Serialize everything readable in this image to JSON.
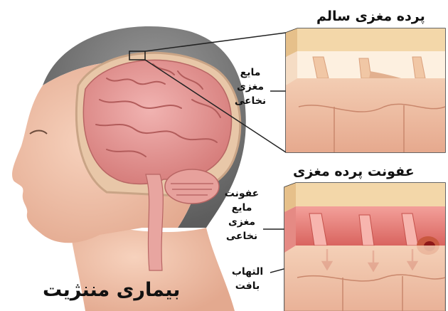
{
  "title": "بیماری مننژیت",
  "panels": {
    "healthy": {
      "title": "پرده مغزی سالم"
    },
    "infected": {
      "title": "عفونت پرده مغزی"
    }
  },
  "labels": {
    "csf_healthy": [
      "مایع",
      "مغزی",
      "نخاعی"
    ],
    "csf_infected": [
      "عفونت",
      "مایع",
      "مغزی",
      "نخاعی"
    ],
    "inflammation": [
      "التهاب",
      "بافت"
    ]
  }
}
